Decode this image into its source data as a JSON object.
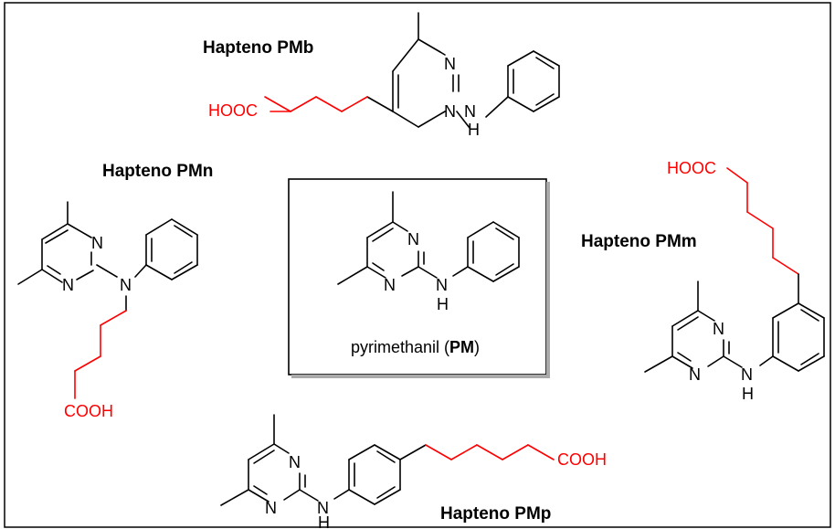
{
  "labels": {
    "pmb": "Hapteno PMb",
    "pmn": "Hapteno PMn",
    "pmm": "Hapteno PMm",
    "pmp": "Hapteno PMp"
  },
  "center": {
    "caption_prefix": "pyrimethanil (",
    "caption_bold": "PM",
    "caption_suffix": ")"
  },
  "atoms": {
    "N": "N",
    "NH": "NH",
    "H": "H",
    "HOOC": "HOOC",
    "COOH": "COOH"
  },
  "colors": {
    "linker": "#ff0000",
    "structure": "#000000",
    "frame": "#000000"
  }
}
